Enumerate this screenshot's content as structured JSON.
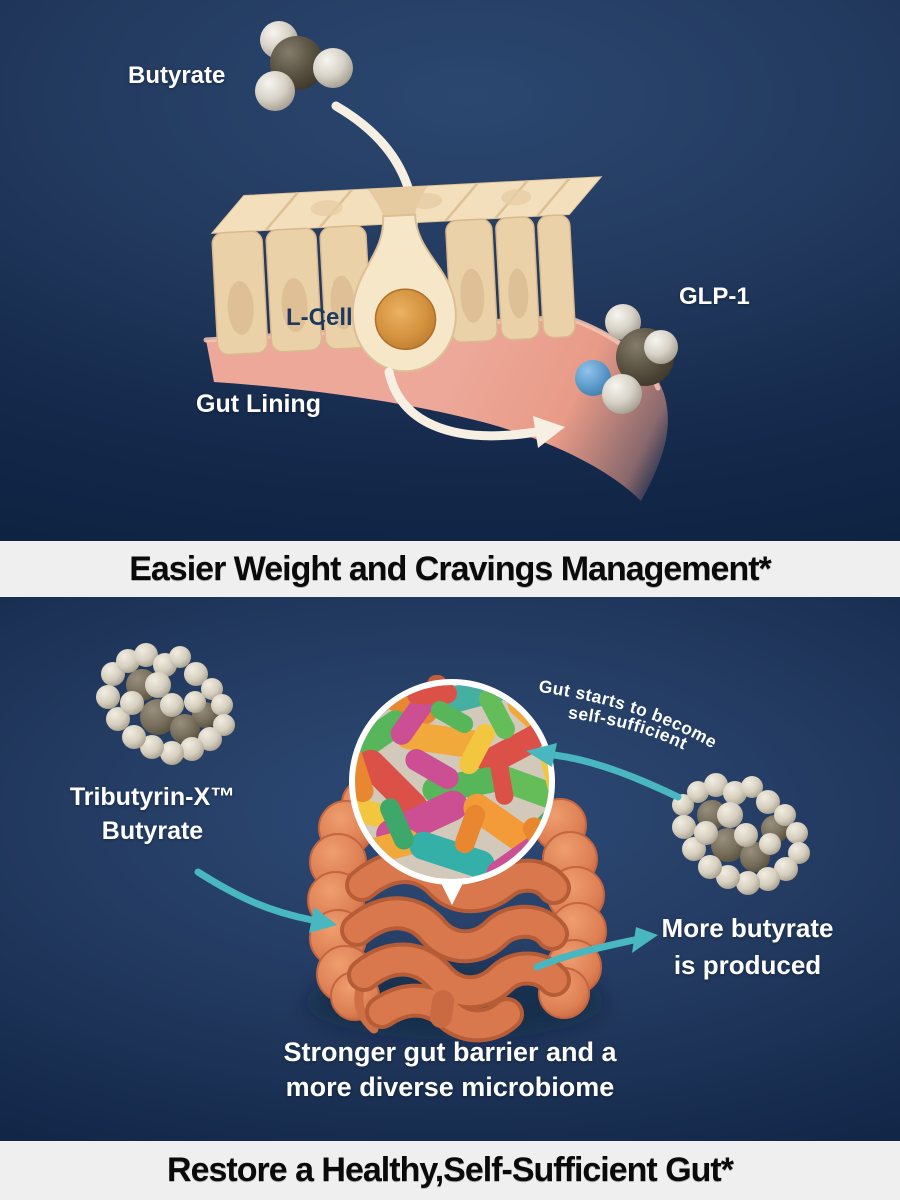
{
  "top_panel": {
    "butyrate_label": "Butyrate",
    "l_cell_label": "L-Cell",
    "gut_lining_label": "Gut Lining",
    "glp1_label": "GLP-1"
  },
  "divider_banners": {
    "weight": "Easier Weight and Cravings Management*",
    "restore": "Restore a Healthy,Self-Sufficient Gut*"
  },
  "bottom_panel": {
    "tributyrin_label_line1": "Tributyrin-X™",
    "tributyrin_label_line2": "Butyrate",
    "cycle_text_line1": "Gut starts to become",
    "cycle_text_line2": "self-sufficient",
    "more_butyrate_line1": "More butyrate",
    "more_butyrate_line2": "is produced",
    "outcome_line1": "Stronger gut barrier and a",
    "outcome_line2": "more diverse microbiome"
  },
  "colors": {
    "background_navy": "#0d2140",
    "background_center_glow": "#2d4b77",
    "banner_background": "#efeff0",
    "banner_text": "#0a0a0a",
    "teal_arrow": "#49b7bf",
    "cream_arrow": "#f7efe2",
    "l_cell_text": "#1d3a5e",
    "gut_cell_tan": "#ebd1a8",
    "gut_lining_pink": "#eca795",
    "intestine_orange": "#d9784c",
    "nucleus_orange": "#d3933f"
  }
}
